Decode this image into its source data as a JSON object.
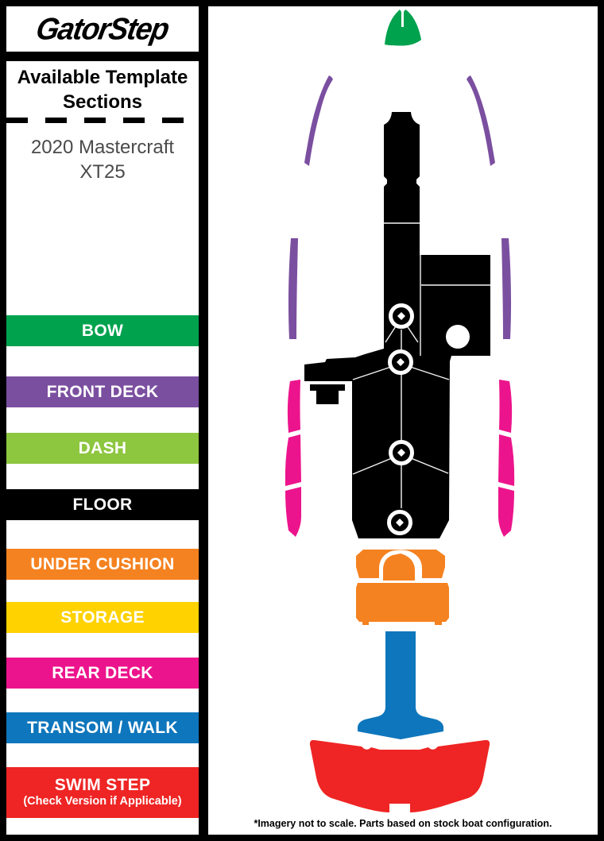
{
  "brand": {
    "logo_text": "GatorStep"
  },
  "sidebar": {
    "title_line1": "Available Template",
    "title_line2": "Sections",
    "model_line1": "2020 Mastercraft",
    "model_line2": "XT25",
    "sections": [
      {
        "id": "bow",
        "label": "BOW",
        "color": "#00A24E"
      },
      {
        "id": "front-deck",
        "label": "FRONT DECK",
        "color": "#7B4FA0"
      },
      {
        "id": "dash",
        "label": "DASH",
        "color": "#8DC63F"
      },
      {
        "id": "floor",
        "label": "FLOOR",
        "color": "#000000"
      },
      {
        "id": "under-cushion",
        "label": "UNDER CUSHION",
        "color": "#F58220"
      },
      {
        "id": "storage",
        "label": "STORAGE",
        "color": "#FFD200"
      },
      {
        "id": "rear-deck",
        "label": "REAR DECK",
        "color": "#EC148C"
      },
      {
        "id": "transom-walk",
        "label": "TRANSOM / WALK",
        "color": "#0E76BC"
      },
      {
        "id": "swim-step",
        "label": "SWIM STEP",
        "sublabel": "(Check Version if Applicable)",
        "color": "#EE2524"
      }
    ]
  },
  "diagram": {
    "footnote": "*Imagery not to scale. Parts based on stock boat configuration.",
    "seam_color": "#f5f5f5"
  }
}
